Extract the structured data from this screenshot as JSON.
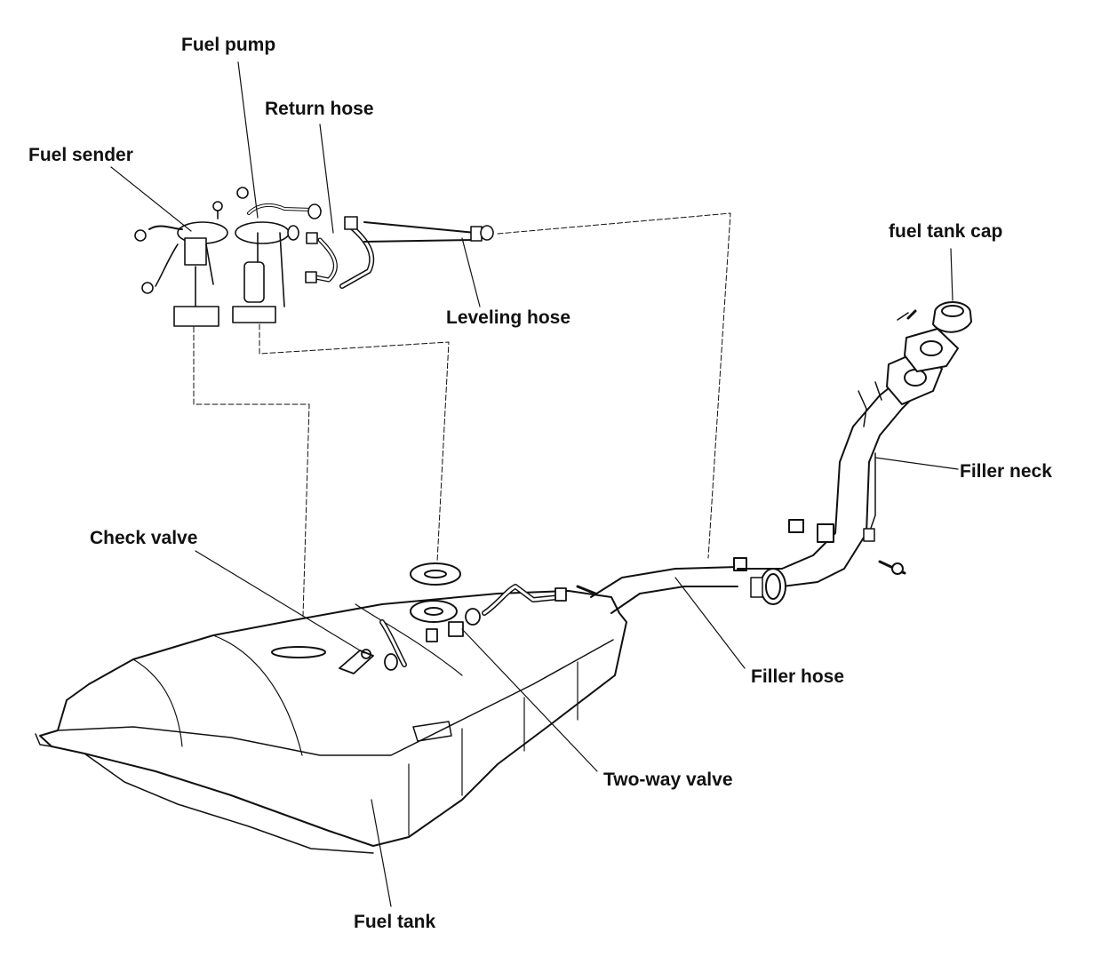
{
  "labels": {
    "fuel_pump": "Fuel pump",
    "return_hose": "Return hose",
    "fuel_sender": "Fuel sender",
    "fuel_tank_cap": "fuel tank cap",
    "leveling_hose": "Leveling hose",
    "filler_neck": "Filler neck",
    "check_valve": "Check valve",
    "filler_hose": "Filler hose",
    "two_way_valve": "Two-way valve",
    "fuel_tank": "Fuel tank"
  },
  "colors": {
    "ink": "#111111",
    "paper": "#ffffff"
  }
}
